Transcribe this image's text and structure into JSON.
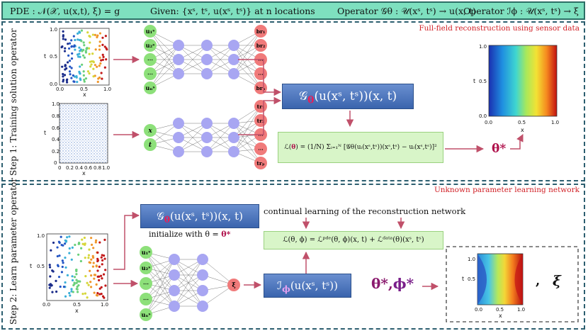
{
  "header": {
    "pde": "PDE : 𝒩(𝒳, u(x,t), ξ) = g",
    "given": "Given: {xˢ, tˢ, u(xˢ, tˢ)} at n locations",
    "op_g": "Operator 𝒢θ : 𝒰(xˢ, tˢ) → u(x, t)",
    "op_i": "Operator ℐϕ : 𝒰(xˢ, tˢ) → ξ"
  },
  "step1": {
    "label": "Step 1: Training solution operator",
    "title": "Full-field reconstruction using sensor data",
    "branch_inputs": [
      "u₁ˢ",
      "u₂ˢ",
      "⋯",
      "⋯",
      "uₙˢ"
    ],
    "branch_outputs": [
      "br₁",
      "br₂",
      "⋯",
      "⋯",
      "brₚ"
    ],
    "trunk_inputs": [
      "x",
      "t"
    ],
    "trunk_outputs": [
      "tr₁",
      "tr₂",
      "⋯",
      "⋯",
      "trₚ"
    ],
    "operator_pre": "𝒢",
    "operator_sub": "θ",
    "operator_post": "(u(xˢ, tˢ))(x, t)",
    "loss_pre": "ℒ(",
    "loss_theta": "θ",
    "loss_post": ") = (1/N) Σᵢ₌₁ᴺ [𝒢θ(uᵢ(xˢ,tˢ))(xˢ,tˢ) − uᵢ(xˢ,tˢ)]²",
    "theta_star": "θ*",
    "sensor_plot": {
      "xlabel": "x",
      "ylabel": "t",
      "xticks": [
        "0.0",
        "0.5",
        "1.0"
      ],
      "yticks": [
        "0.0",
        "0.5",
        "1.0"
      ]
    },
    "trunk_plot": {
      "xlabel": "x",
      "ylabel": "t",
      "xticks": [
        "0",
        "0.2",
        "0.4",
        "0.6",
        "0.8",
        "1.0"
      ],
      "yticks": [
        "0",
        "0.2",
        "0.4",
        "0.6",
        "0.8",
        "1.0"
      ]
    },
    "field_plot": {
      "xlabel": "x",
      "ylabel": "t",
      "xticks": [
        "0.0",
        "0.5",
        "1.0"
      ],
      "yticks": [
        "0.0",
        "0.5",
        "1.0"
      ]
    }
  },
  "step2": {
    "label": "Step 2: Learn parameter operator",
    "title": "Unknown parameter learning network",
    "operator_pre": "𝒢",
    "operator_sub": "θ",
    "operator_post": "(u(xˢ, tˢ))(x, t)",
    "continual": "continual learning of the reconstruction network",
    "init_text": "initialize with θ = ",
    "init_star": "θ*",
    "loss": "ℒ(θ, ϕ) = ℒᵖᵈᵉ(θ, ϕ)(x, t) + ℒᵈᵃᵗᵃ(θ)(xˢ, tˢ)",
    "inputs": [
      "u₁ˢ",
      "u₂ˢ",
      "⋯",
      "⋯",
      "uₙˢ"
    ],
    "output": "ξ",
    "param_pre": "ℐ",
    "param_sub": "ϕ",
    "param_post": "(u(xˢ, tˢ))",
    "result_theta": "θ*",
    "result_comma": ",",
    "result_phi": "ϕ*",
    "comma": ",",
    "xi": "ξ",
    "sensor_plot": {
      "xlabel": "x",
      "ylabel": "t",
      "xticks": [
        "0.0",
        "0.5",
        "1.0"
      ],
      "yticks": [
        "0.5",
        "1.0"
      ]
    },
    "field_plot": {
      "xlabel": "x",
      "ylabel": "t",
      "xticks": [
        "0.0",
        "0.5",
        "1.0"
      ],
      "yticks": [
        "0.5",
        "1.0"
      ]
    }
  },
  "colors": {
    "green_node": "#8de07a",
    "blue_node": "#a8a6f2",
    "red_node": "#f07a7a",
    "arrow": "#c0506a",
    "accent": "#b0124c",
    "header": "#7ee0bf"
  }
}
